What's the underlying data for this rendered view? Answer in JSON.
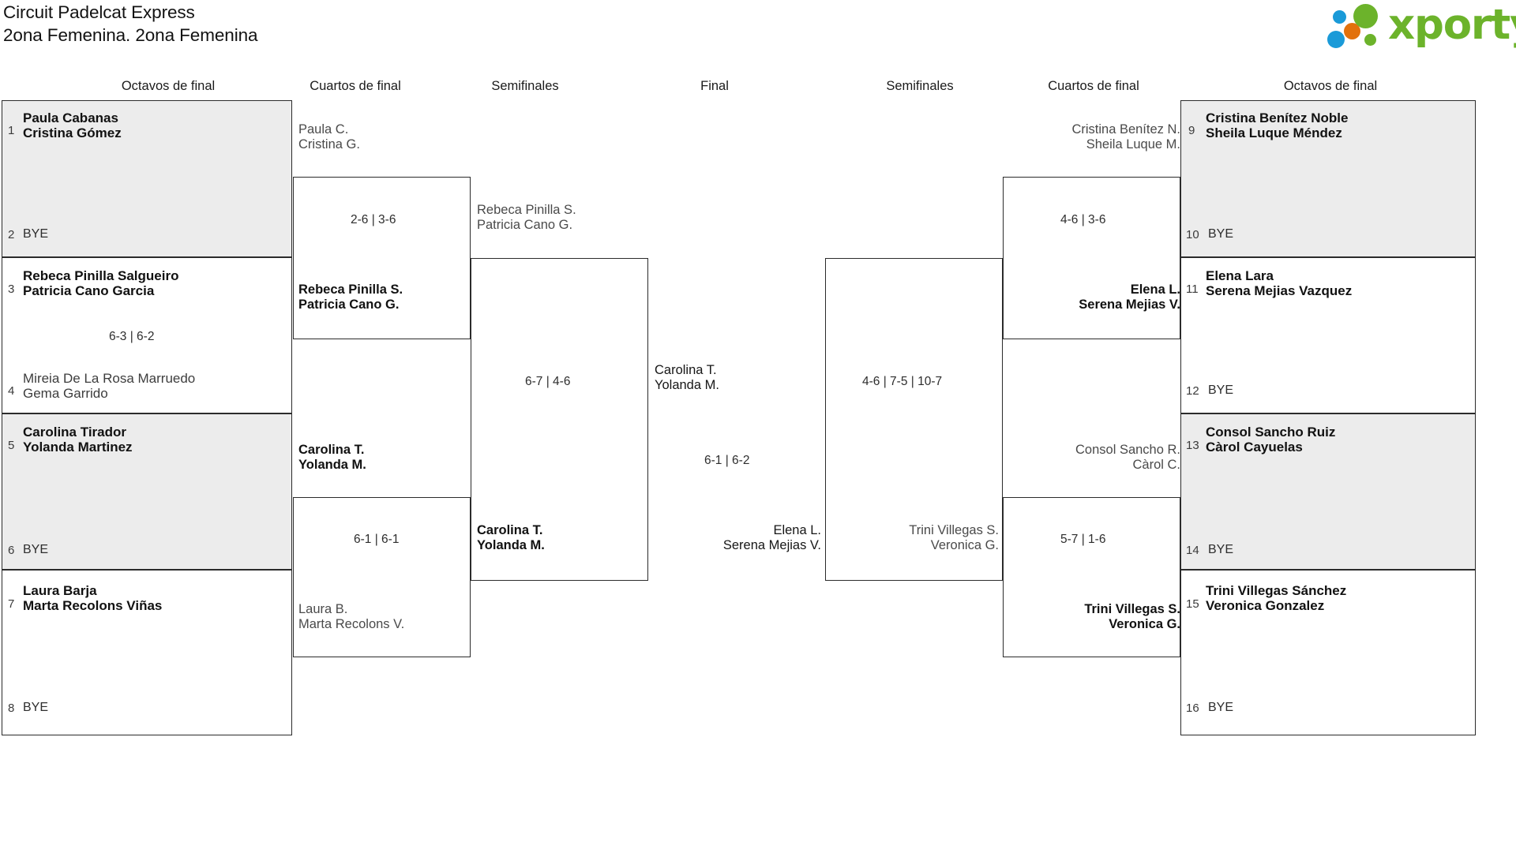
{
  "header": {
    "title_line1": "Circuit Padelcat Express",
    "title_line2": "2ona Femenina. 2ona Femenina",
    "logo_word": "xporty",
    "logo_colors": {
      "green": "#6cb32b",
      "blue": "#1a9ad8",
      "orange": "#e2710c"
    }
  },
  "rounds": {
    "left_octavos": "Octavos de final",
    "left_cuartos": "Cuartos de final",
    "left_semis": "Semifinales",
    "final": "Final",
    "right_semis": "Semifinales",
    "right_cuartos": "Cuartos de final",
    "right_octavos": "Octavos de final"
  },
  "bye_label": "BYE",
  "left_seeds": [
    {
      "num": "1",
      "line1": "Paula Cabanas",
      "line2": "Cristina Gómez",
      "winner": true,
      "bye": false
    },
    {
      "num": "2",
      "line1": "BYE",
      "line2": "",
      "winner": false,
      "bye": true
    },
    {
      "num": "3",
      "line1": "Rebeca Pinilla Salgueiro",
      "line2": "Patricia Cano Garcia",
      "winner": true,
      "bye": false
    },
    {
      "num": "4",
      "line1": "Mireia De La Rosa Marruedo",
      "line2": "Gema Garrido",
      "winner": false,
      "bye": false
    },
    {
      "num": "5",
      "line1": "Carolina Tirador",
      "line2": "Yolanda Martinez",
      "winner": true,
      "bye": false
    },
    {
      "num": "6",
      "line1": "BYE",
      "line2": "",
      "winner": false,
      "bye": true
    },
    {
      "num": "7",
      "line1": "Laura Barja",
      "line2": "Marta Recolons Viñas",
      "winner": true,
      "bye": false
    },
    {
      "num": "8",
      "line1": "BYE",
      "line2": "",
      "winner": false,
      "bye": true
    }
  ],
  "right_seeds": [
    {
      "num": "9",
      "line1": "Cristina Benítez Noble",
      "line2": "Sheila Luque Méndez",
      "winner": true,
      "bye": false
    },
    {
      "num": "10",
      "line1": "BYE",
      "line2": "",
      "winner": false,
      "bye": true
    },
    {
      "num": "11",
      "line1": "Elena Lara",
      "line2": "Serena Mejias Vazquez",
      "winner": true,
      "bye": false
    },
    {
      "num": "12",
      "line1": "BYE",
      "line2": "",
      "winner": false,
      "bye": true
    },
    {
      "num": "13",
      "line1": "Consol Sancho Ruiz",
      "line2": "Càrol Cayuelas",
      "winner": true,
      "bye": false
    },
    {
      "num": "14",
      "line1": "BYE",
      "line2": "",
      "winner": false,
      "bye": true
    },
    {
      "num": "15",
      "line1": "Trini Villegas Sánchez",
      "line2": "Veronica Gonzalez",
      "winner": true,
      "bye": false
    },
    {
      "num": "16",
      "line1": "BYE",
      "line2": "",
      "winner": false,
      "bye": true
    }
  ],
  "left_cuartos_entries": [
    {
      "line1": "Paula C.",
      "line2": "Cristina G.",
      "winner": false
    },
    {
      "line1": "Rebeca Pinilla S.",
      "line2": "Patricia Cano G.",
      "winner": true
    },
    {
      "line1": "Carolina T.",
      "line2": "Yolanda M.",
      "winner": true
    },
    {
      "line1": "Laura B.",
      "line2": "Marta Recolons V.",
      "winner": false
    }
  ],
  "left_cuartos_scores": [
    "2-6 | 3-6",
    "6-1 | 6-1"
  ],
  "left_octavos_scores": [
    "6-3 | 6-2"
  ],
  "left_semis_entries": [
    {
      "line1": "Rebeca Pinilla S.",
      "line2": "Patricia Cano G.",
      "winner": false
    },
    {
      "line1": "Carolina T.",
      "line2": "Yolanda M.",
      "winner": true
    }
  ],
  "left_semis_scores": [
    "6-7 | 4-6"
  ],
  "final_entries": [
    {
      "line1": "Carolina T.",
      "line2": "Yolanda M.",
      "winner": true
    },
    {
      "line1": "Elena L.",
      "line2": "Serena Mejias V.",
      "winner": false
    }
  ],
  "final_scores": [
    "6-1 | 6-2"
  ],
  "right_semis_entries": [
    {
      "line1": "Elena L.",
      "line2": "Serena Mejias V.",
      "winner": true
    },
    {
      "line1": "Trini Villegas S.",
      "line2": "Veronica G.",
      "winner": false
    }
  ],
  "right_semis_scores": [
    "4-6 | 7-5 | 10-7"
  ],
  "right_cuartos_entries": [
    {
      "line1": "Cristina Benítez N.",
      "line2": "Sheila Luque M.",
      "winner": false
    },
    {
      "line1": "Elena L.",
      "line2": "Serena Mejias V.",
      "winner": true
    },
    {
      "line1": "Consol Sancho R.",
      "line2": "Càrol C.",
      "winner": false
    },
    {
      "line1": "Trini Villegas S.",
      "line2": "Veronica G.",
      "winner": true
    }
  ],
  "right_cuartos_scores": [
    "4-6 | 3-6",
    "5-7 | 1-6"
  ]
}
